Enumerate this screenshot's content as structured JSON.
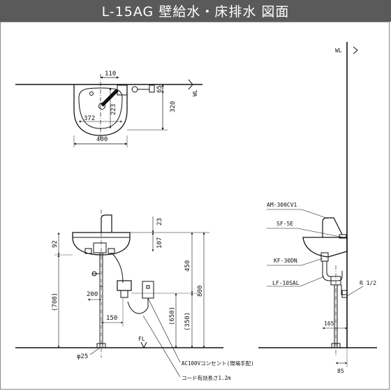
{
  "header": {
    "title": "L-15AG 壁給水・床排水 図面"
  },
  "top_view": {
    "dim_faucet_offset": "110",
    "dim_65": "65",
    "dim_320": "320",
    "dim_223": "223",
    "dim_372": "372",
    "dim_width": "400",
    "wl": "WL"
  },
  "front_view": {
    "dim_23": "23",
    "dim_92": "92",
    "dim_107": "107",
    "dim_450": "450",
    "dim_800": "800",
    "dim_708": "(708)",
    "dim_650": "(650)",
    "dim_350": "(350)",
    "dim_200": "200",
    "dim_150": "150",
    "fl": "FL",
    "pipe_dia": "φ25",
    "outlet_note": "AC100Vコンセント(現場手配)",
    "cord_note": "コード有効長さ1.2m"
  },
  "side_view": {
    "wl": "WL",
    "part_faucet": "AM-300CV1",
    "part_sf": "SF-5E",
    "part_kf": "KF-30DN",
    "part_lf": "LF-10SAL",
    "pipe_r": "R 1/2",
    "dim_165": "165",
    "dim_85": "85"
  }
}
